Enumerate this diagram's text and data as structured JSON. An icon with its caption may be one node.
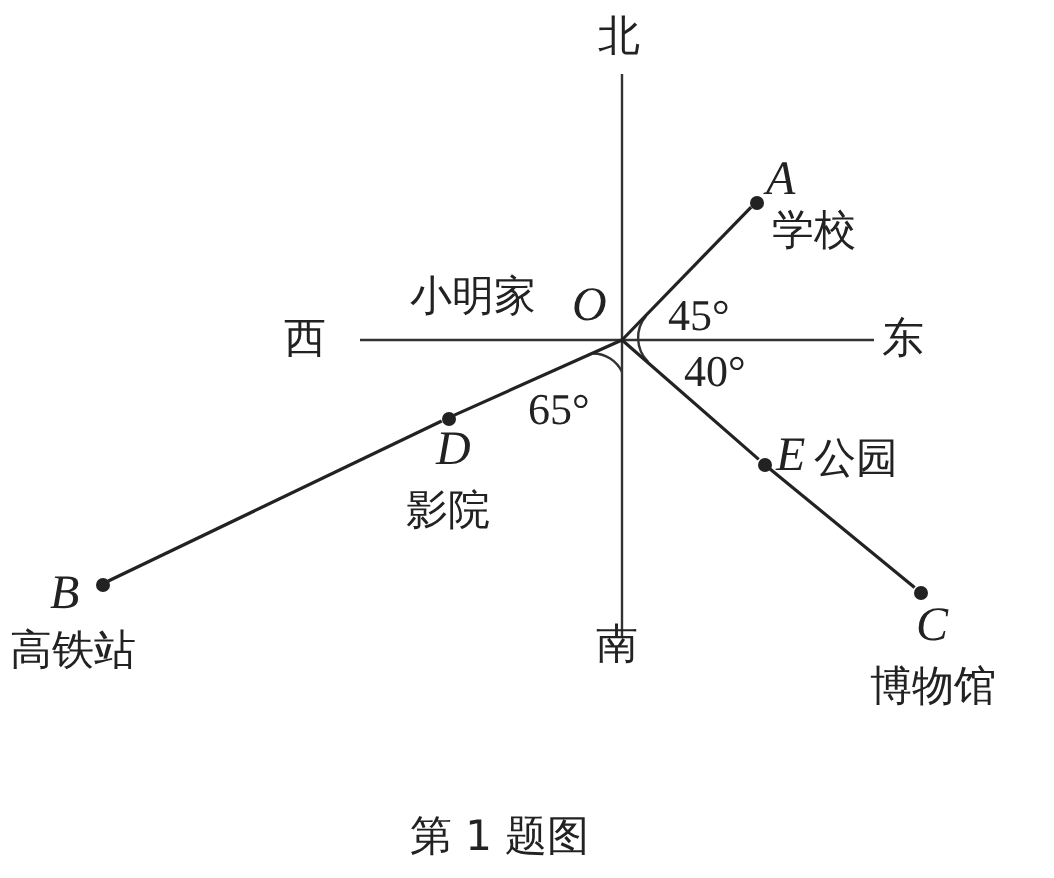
{
  "diagram": {
    "caption": "第 1 题图",
    "nodes": [
      {
        "text": [
          "小明家",
          "O"
        ]
      },
      {
        "text": [
          "A",
          "学校"
        ]
      },
      {
        "text": [
          "D",
          "影院"
        ]
      },
      {
        "text": [
          "B",
          "高铁站"
        ]
      },
      {
        "text": [
          "E",
          "公园"
        ]
      },
      {
        "text": [
          "C",
          "博物馆"
        ]
      }
    ],
    "edges": [
      {
        "from": 0,
        "to": 1,
        "arrow": "none"
      },
      {
        "from": 0,
        "to": 2,
        "arrow": "none"
      },
      {
        "from": 2,
        "to": 3,
        "arrow": "none"
      },
      {
        "from": 0,
        "to": 4,
        "arrow": "none"
      },
      {
        "from": 4,
        "to": 5,
        "arrow": "none"
      }
    ],
    "labels": [
      "北",
      "西",
      "东",
      "45°",
      "40°",
      "65°",
      "南"
    ]
  }
}
